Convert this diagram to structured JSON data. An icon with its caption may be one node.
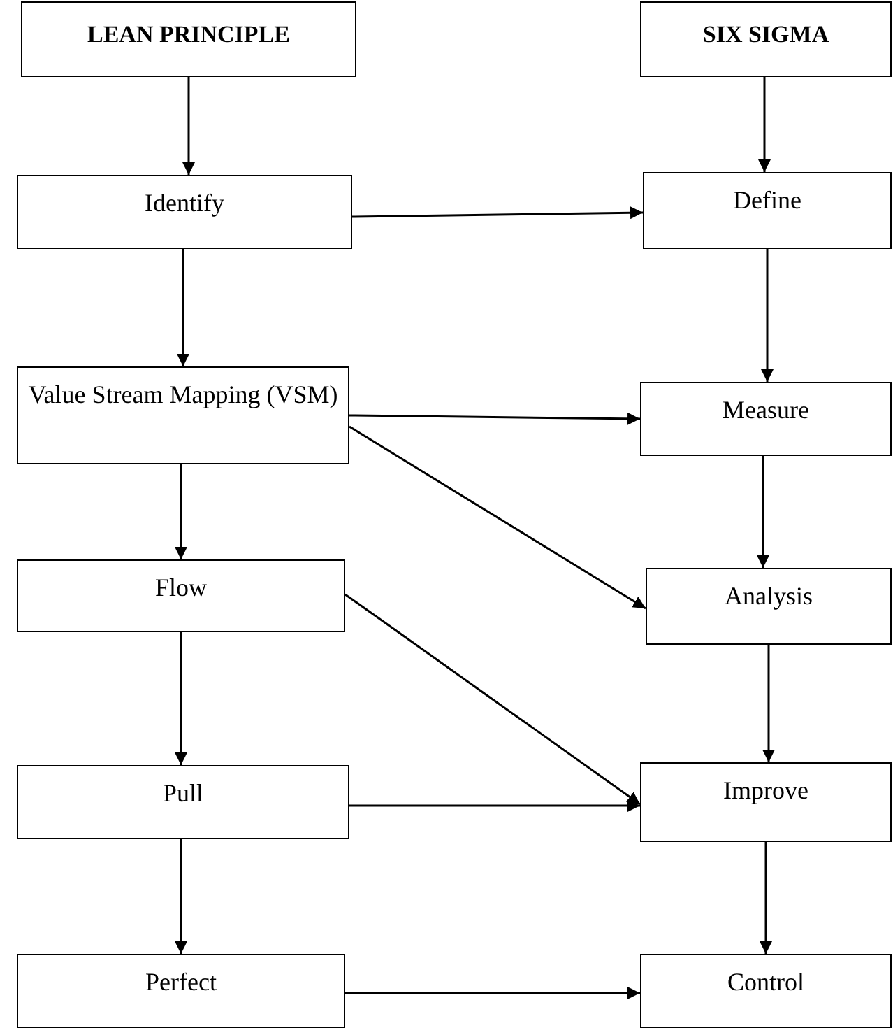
{
  "diagram": {
    "nodes": [
      {
        "text": [
          "LEAN PRINCIPLE"
        ]
      },
      {
        "text": [
          "SIX SIGMA"
        ]
      },
      {
        "text": [
          "Identify"
        ]
      },
      {
        "text": [
          "Define"
        ]
      },
      {
        "text": [
          "Value Stream Mapping (VSM)"
        ]
      },
      {
        "text": [
          "Measure"
        ]
      },
      {
        "text": [
          "Flow"
        ]
      },
      {
        "text": [
          "Analysis"
        ]
      },
      {
        "text": [
          "Pull"
        ]
      },
      {
        "text": [
          "Improve"
        ]
      },
      {
        "text": [
          "Perfect"
        ]
      },
      {
        "text": [
          "Control"
        ]
      }
    ],
    "edges": [
      {
        "from": 0,
        "to": 2,
        "arrow": "to"
      },
      {
        "from": 1,
        "to": 3,
        "arrow": "to"
      },
      {
        "from": 2,
        "to": 3,
        "arrow": "to"
      },
      {
        "from": 2,
        "to": 4,
        "arrow": "to"
      },
      {
        "from": 3,
        "to": 5,
        "arrow": "to"
      },
      {
        "from": 4,
        "to": 5,
        "arrow": "to"
      },
      {
        "from": 4,
        "to": 7,
        "arrow": "to"
      },
      {
        "from": 4,
        "to": 6,
        "arrow": "to"
      },
      {
        "from": 5,
        "to": 7,
        "arrow": "to"
      },
      {
        "from": 6,
        "to": 9,
        "arrow": "to"
      },
      {
        "from": 6,
        "to": 8,
        "arrow": "to"
      },
      {
        "from": 7,
        "to": 9,
        "arrow": "to"
      },
      {
        "from": 8,
        "to": 9,
        "arrow": "to"
      },
      {
        "from": 8,
        "to": 10,
        "arrow": "to"
      },
      {
        "from": 9,
        "to": 11,
        "arrow": "to"
      },
      {
        "from": 10,
        "to": 11,
        "arrow": "to"
      }
    ]
  }
}
